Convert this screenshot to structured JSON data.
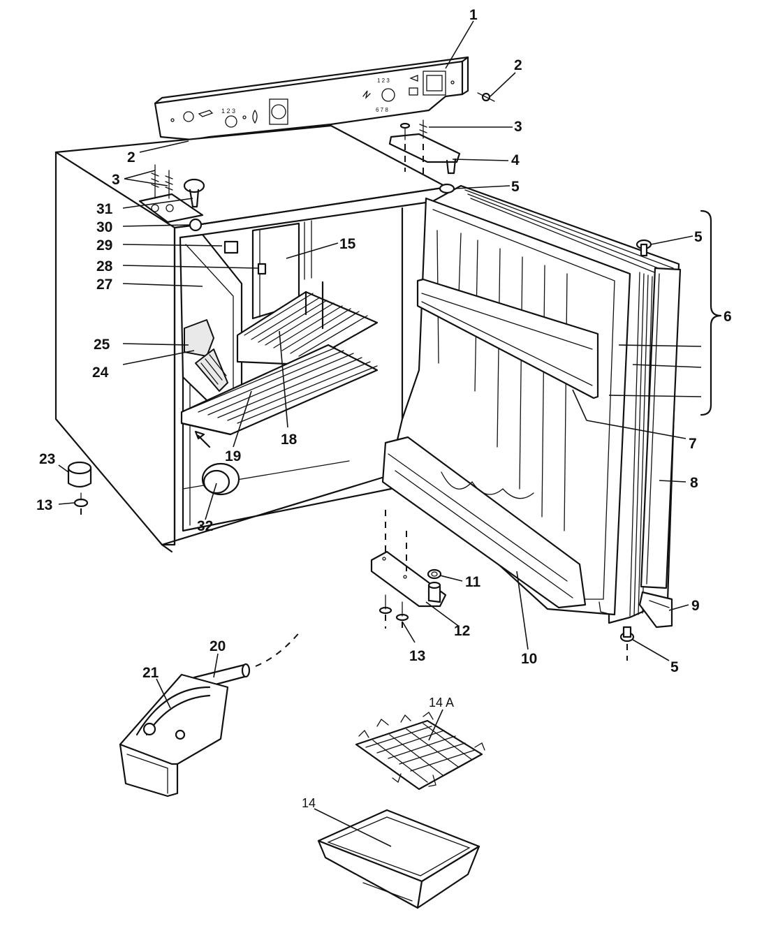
{
  "diagram": {
    "callouts": {
      "c1": "1",
      "c2a": "2",
      "c2b": "2",
      "c3a": "3",
      "c3b": "3",
      "c4": "4",
      "c5a": "5",
      "c5b": "5",
      "c5c": "5",
      "c6": "6",
      "c7": "7",
      "c8": "8",
      "c9": "9",
      "c10": "10",
      "c11": "11",
      "c12": "12",
      "c13a": "13",
      "c13b": "13",
      "c14": "14",
      "c14a": "14 A",
      "c15": "15",
      "c18": "18",
      "c19": "19",
      "c20": "20",
      "c21": "21",
      "c23": "23",
      "c24": "24",
      "c25": "25",
      "c27": "27",
      "c28": "28",
      "c29": "29",
      "c30": "30",
      "c31": "31",
      "c32": "32"
    }
  }
}
